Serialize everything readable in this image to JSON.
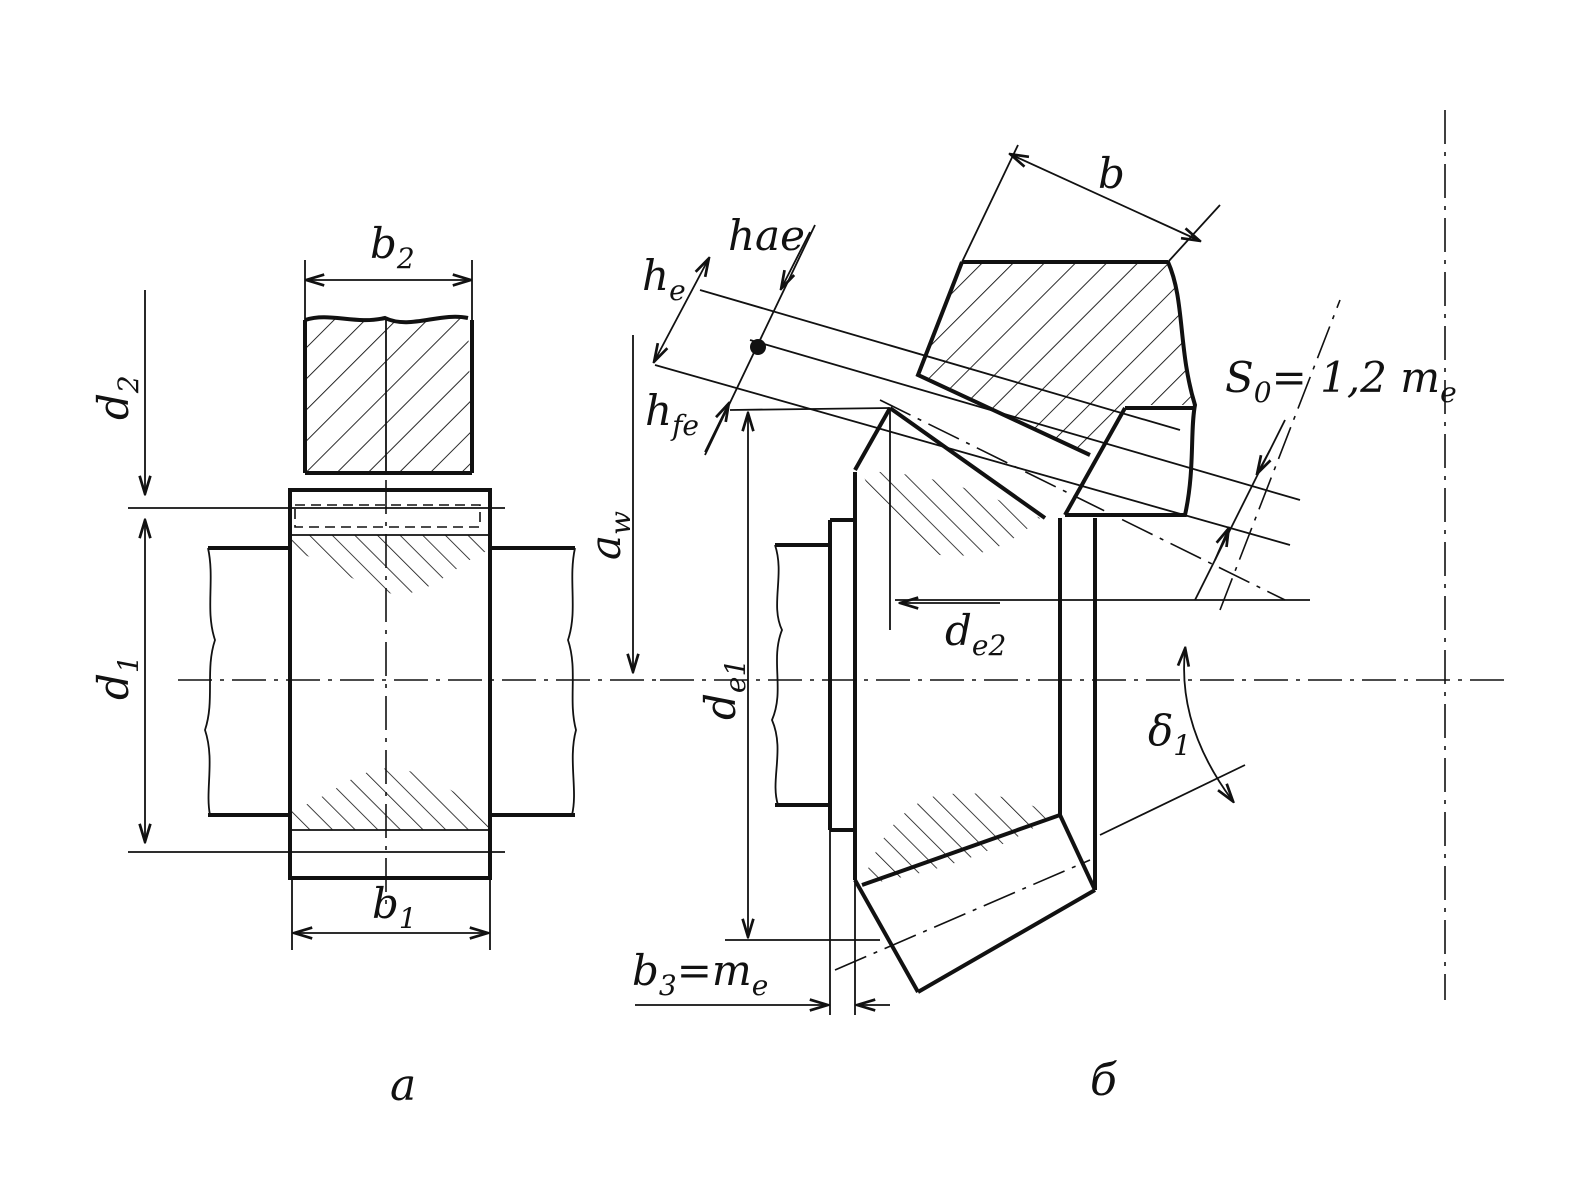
{
  "labels": {
    "b2": "b",
    "b2_sub": "2",
    "d2": "d",
    "d2_sub": "2",
    "d1": "d",
    "d1_sub": "1",
    "b1": "b",
    "b1_sub": "1",
    "aw": "a",
    "aw_sub": "w",
    "b": "b",
    "hae": "hae",
    "he": "h",
    "he_sub": "e",
    "hfe": "h",
    "hfe_sub": "fe",
    "S0": "S",
    "S0_sub": "0",
    "S0_rest": "= 1,2 m",
    "S0_rest_sub": "e",
    "de2": "d",
    "de2_sub": "e2",
    "de1": "d",
    "de1_sub": "e1",
    "delta1": "δ",
    "delta1_sub": "1",
    "b3": "b",
    "b3_sub": "3",
    "b3_rest": "=m",
    "b3_rest_sub": "e"
  },
  "captions": {
    "left": "а",
    "right": "б"
  }
}
